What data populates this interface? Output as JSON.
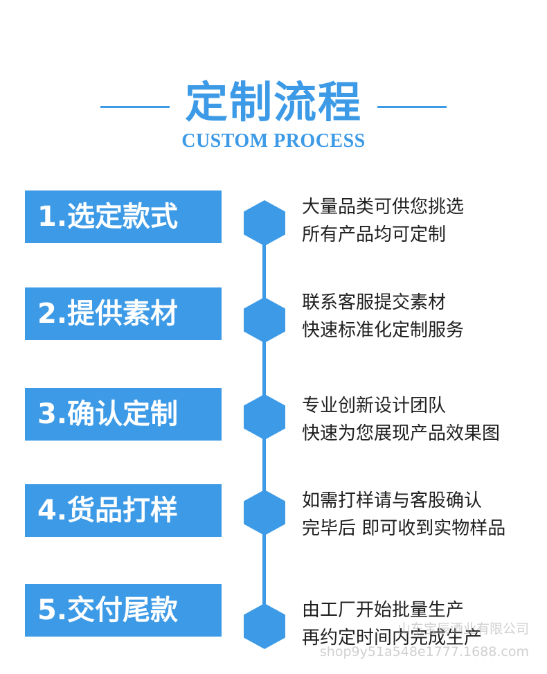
{
  "header": {
    "title": "定制流程",
    "subtitle": "CUSTOM PROCESS"
  },
  "steps": [
    {
      "label": "1.选定款式",
      "lines": [
        "大量品类可供您挑选",
        "所有产品均可定制"
      ]
    },
    {
      "label": "2.提供素材",
      "lines": [
        "联系客服提交素材",
        "快速标准化定制服务"
      ]
    },
    {
      "label": "3.确认定制",
      "lines": [
        "专业创新设计团队",
        "快速为您展现产品效果图"
      ]
    },
    {
      "label": "4.货品打样",
      "lines": [
        "如需打样请与客股确认",
        "完毕后 即可收到实物样品"
      ]
    },
    {
      "label": "5.交付尾款",
      "lines": [
        "由工厂开始批量生产",
        "再约定时间内完成生产"
      ]
    }
  ],
  "watermark": {
    "company": "山东宝辰酒业有限公司",
    "url": "shop9y51a548e1777.1688.com"
  },
  "colors": {
    "accent": "#3d9ae6",
    "text": "#1f1f1f"
  }
}
